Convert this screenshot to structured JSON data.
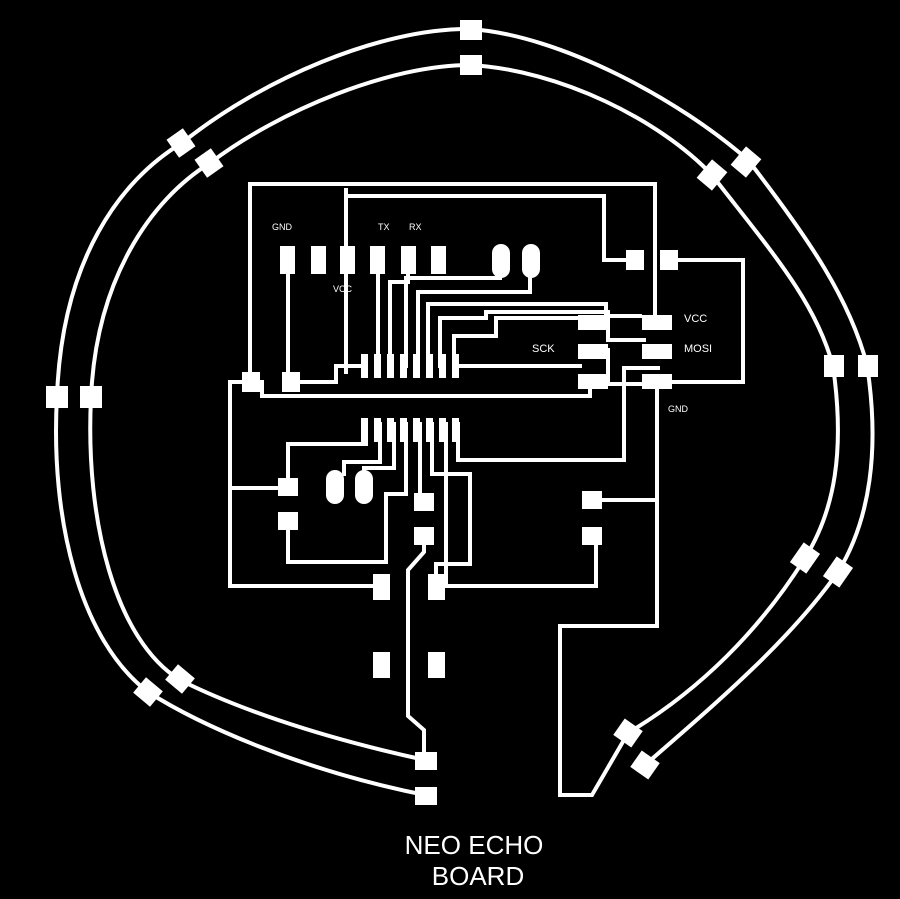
{
  "labels": {
    "gnd_top": "GND",
    "vcc_top": "VCC",
    "tx": "TX",
    "rx": "RX",
    "sck": "SCK",
    "vcc_right": "VCC",
    "mosi": "MOSI",
    "gnd_right": "GND"
  },
  "title": {
    "line1": "NEO ECHO",
    "line2": "BOARD"
  },
  "colors": {
    "background": "#000000",
    "copper": "#ffffff"
  }
}
